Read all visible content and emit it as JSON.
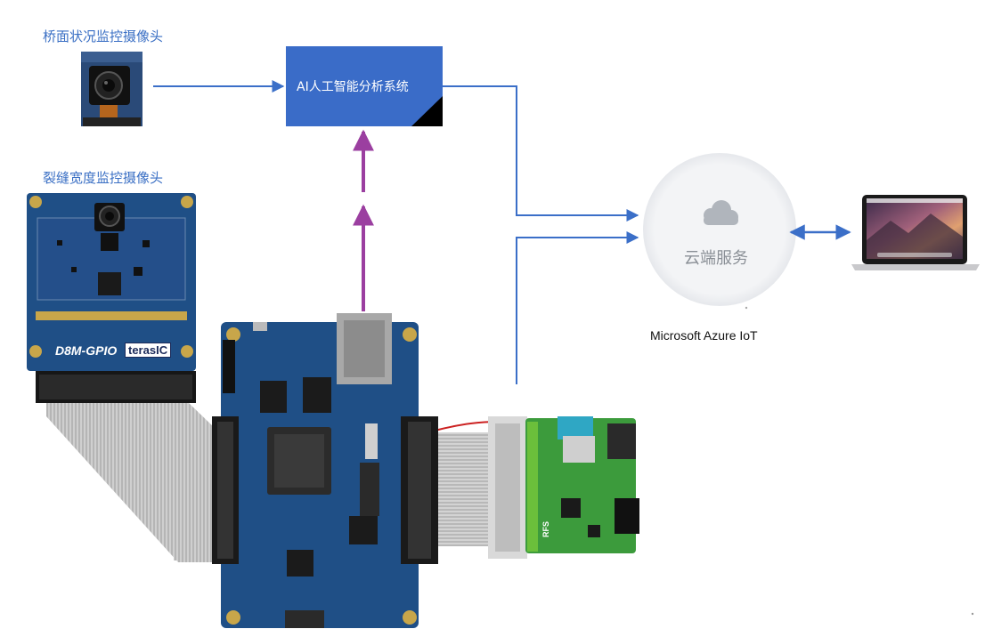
{
  "labels": {
    "bridge_camera": "桥面状况监控摄像头",
    "crack_camera": "裂缝宽度监控摄像头",
    "ai_system": "AI人工智能分析系统",
    "cloud_service": "云端服务",
    "azure": "Microsoft Azure IoT",
    "d8m_board": "D8M-GPIO",
    "terasic": "terasIC",
    "rfs": "RFS"
  },
  "colors": {
    "label_blue": "#3a6fc4",
    "arrow_blue": "#3b6fc8",
    "arrow_purple": "#9b3fa0",
    "ai_box": "#3a6cc8",
    "board_blue": "#1f4f86",
    "rfs_green": "#3c9b3c"
  },
  "icons": {
    "cloud": "cloud-icon",
    "laptop": "laptop-icon"
  }
}
